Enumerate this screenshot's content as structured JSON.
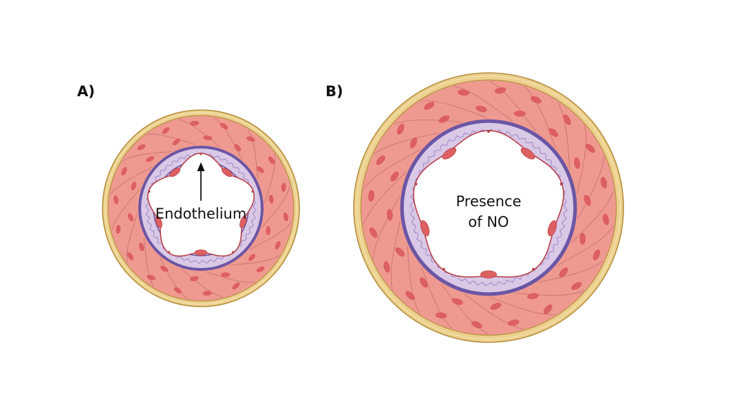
{
  "panels": [
    {
      "id": "a",
      "label": "A)",
      "state": "constricted",
      "annotation_lines": [
        "Endothelium"
      ]
    },
    {
      "id": "b",
      "label": "B)",
      "state": "dilated",
      "annotation_lines": [
        "Presence",
        "of NO"
      ]
    }
  ],
  "colors": {
    "adventitia": "#ecd08d",
    "adventitia_stroke": "#b48f3e",
    "media": "#ef9a90",
    "media_cells": "#dc5f61",
    "media_fibers": "#b96568",
    "elastic_lamina": "#6b56a5",
    "intima": "#d9c9e6",
    "endothelium": "#de7e86",
    "endothelium_stroke": "#b63f48",
    "lumen": "#ffffff"
  }
}
